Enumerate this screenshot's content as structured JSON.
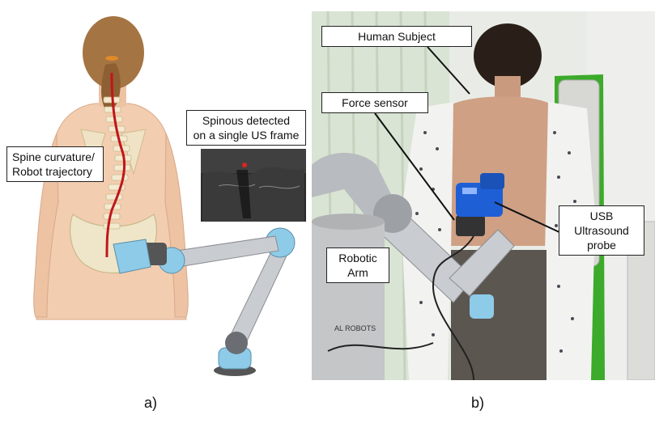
{
  "panel_a": {
    "caption": "a)",
    "spine_label": [
      "Spine curvature/",
      "Robot trajectory"
    ],
    "us_label": [
      "Spinous detected",
      "on a single US frame"
    ]
  },
  "panel_b": {
    "caption": "b)",
    "human_subject_label": "Human Subject",
    "force_sensor_label": "Force sensor",
    "robotic_arm_label": [
      "Robotic",
      "Arm"
    ],
    "usb_probe_label": [
      "USB",
      "Ultrasound",
      "probe"
    ],
    "robot_base_text": "AL ROBOTS"
  },
  "colors": {
    "skin": "#f2cdb0",
    "hair": "#9b6a3c",
    "spine_trajectory": "#c0161b",
    "robot_link": "#c9ccd0",
    "robot_joint": "#8ecbe8",
    "probe_blue": "#1f5fd6",
    "chair_green": "#3caa2a"
  }
}
